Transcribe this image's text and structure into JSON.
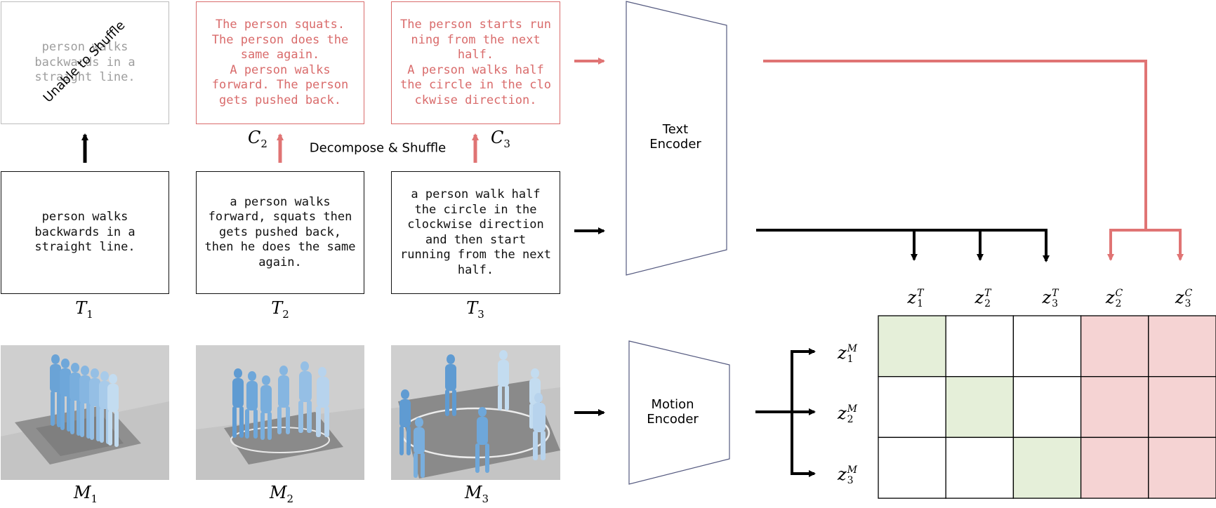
{
  "texts": {
    "t1": "person walks\nbackwards in a\nstraight line.",
    "t2": "a person walks\nforward, squats then\ngets pushed back,\nthen he does the same\nagain.",
    "t3": "a person walk half\nthe circle in the\nclockwise direction\nand then start\nrunning from the next\nhalf.",
    "c1_faded": "person walks\nbackwards in a\nstraight line.",
    "c1_overlay": "Unable to Shuffle",
    "c2": "The person squats.\nThe person does the\nsame again.\nA person walks\nforward. The person\ngets pushed back.",
    "c3": "The person starts run\nning from the next\nhalf.\nA person walks half\nthe circle in the clo\nckwise direction."
  },
  "labels": {
    "decompose": "Decompose & Shuffle",
    "T": "T",
    "C": "C",
    "M": "M",
    "z": "z",
    "i1": "1",
    "i2": "2",
    "i3": "3"
  },
  "encoders": {
    "text": "Text\nEncoder",
    "motion": "Motion\nEncoder"
  },
  "matrix": {
    "columns": [
      "z1T",
      "z2T",
      "z3T",
      "z2C",
      "z3C"
    ],
    "rows": [
      "z1M",
      "z2M",
      "z3M"
    ],
    "cells": [
      [
        "positive",
        "empty",
        "empty",
        "extra",
        "extra"
      ],
      [
        "empty",
        "positive",
        "empty",
        "extra",
        "extra"
      ],
      [
        "empty",
        "empty",
        "positive",
        "extra",
        "extra"
      ]
    ]
  },
  "colors": {
    "accent_red": "#e07474",
    "red_box": "#d96b6b",
    "positive_fill": "#e5efd9",
    "extra_fill": "#f5d3d3",
    "body_blue": "#6aa3d6"
  }
}
